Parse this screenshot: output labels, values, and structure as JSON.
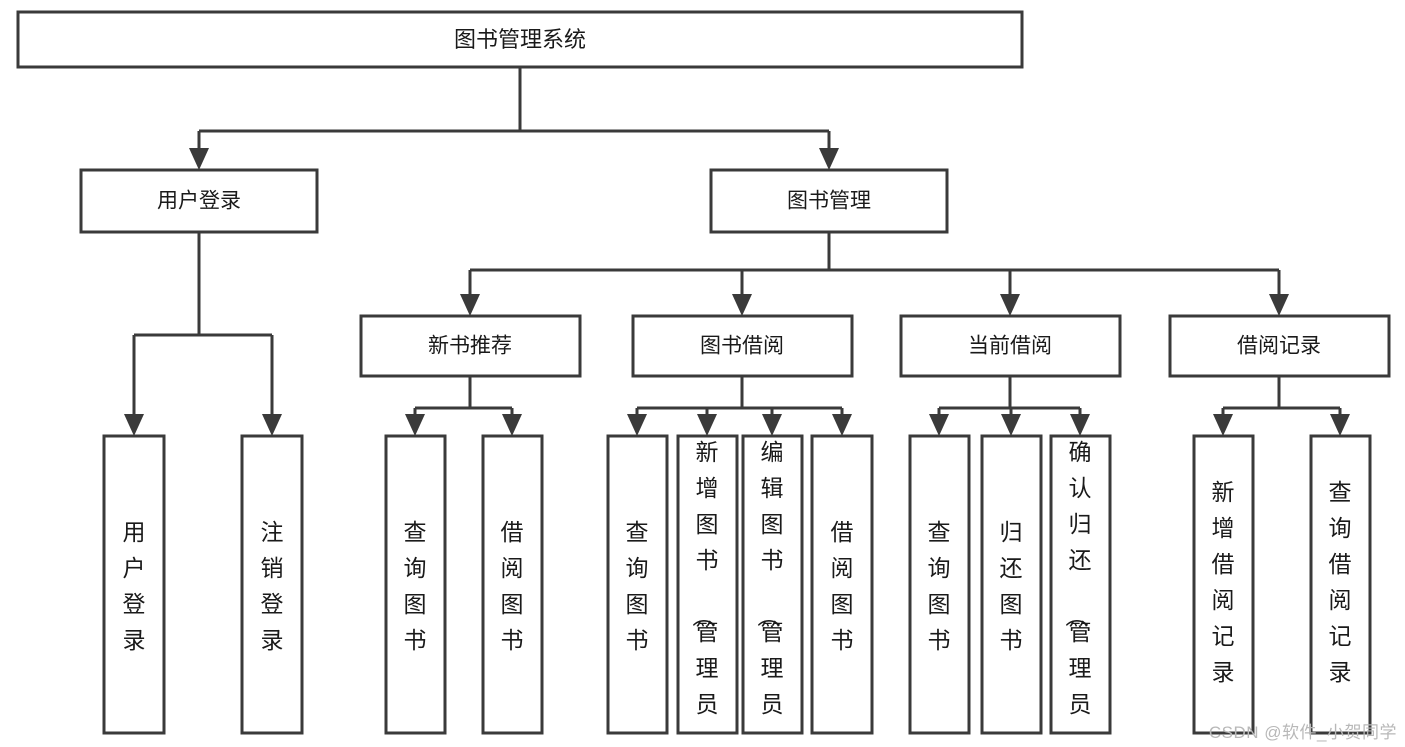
{
  "diagram": {
    "type": "tree-hierarchy-chart",
    "title": "图书管理系统",
    "watermark": "CSDN @软件_小贺同学",
    "colors": {
      "stroke": "#3a3a3a",
      "fill": "#ffffff",
      "text": "#1a1a1a",
      "watermark": "#b8b8b8"
    },
    "levels": {
      "root": {
        "label": "图书管理系统"
      },
      "level2": [
        {
          "id": "user-login",
          "label": "用户登录"
        },
        {
          "id": "book-manage",
          "label": "图书管理"
        }
      ],
      "level3": [
        {
          "id": "new-book-recommend",
          "label": "新书推荐",
          "parent": "book-manage"
        },
        {
          "id": "book-borrow",
          "label": "图书借阅",
          "parent": "book-manage"
        },
        {
          "id": "current-borrow",
          "label": "当前借阅",
          "parent": "book-manage"
        },
        {
          "id": "borrow-record",
          "label": "借阅记录",
          "parent": "book-manage"
        }
      ],
      "leaves": [
        {
          "id": "leaf-user-login",
          "label": "用户登录",
          "parent": "user-login"
        },
        {
          "id": "leaf-logout-login",
          "label": "注销登录",
          "parent": "user-login"
        },
        {
          "id": "leaf-query-book-1",
          "label": "查询图书",
          "parent": "new-book-recommend"
        },
        {
          "id": "leaf-borrow-book-1",
          "label": "借阅图书",
          "parent": "new-book-recommend"
        },
        {
          "id": "leaf-query-book-2",
          "label": "查询图书",
          "parent": "book-borrow"
        },
        {
          "id": "leaf-add-book",
          "label": "新增图书（管理员）",
          "parent": "book-borrow"
        },
        {
          "id": "leaf-edit-book",
          "label": "编辑图书（管理员）",
          "parent": "book-borrow"
        },
        {
          "id": "leaf-borrow-book-2",
          "label": "借阅图书",
          "parent": "book-borrow"
        },
        {
          "id": "leaf-query-book-3",
          "label": "查询图书",
          "parent": "current-borrow"
        },
        {
          "id": "leaf-return-book",
          "label": "归还图书",
          "parent": "current-borrow"
        },
        {
          "id": "leaf-confirm-return",
          "label": "确认归还（管理员）",
          "parent": "current-borrow"
        },
        {
          "id": "leaf-add-record",
          "label": "新增借阅记录",
          "parent": "borrow-record"
        },
        {
          "id": "leaf-query-record",
          "label": "查询借阅记录",
          "parent": "borrow-record"
        }
      ]
    }
  }
}
